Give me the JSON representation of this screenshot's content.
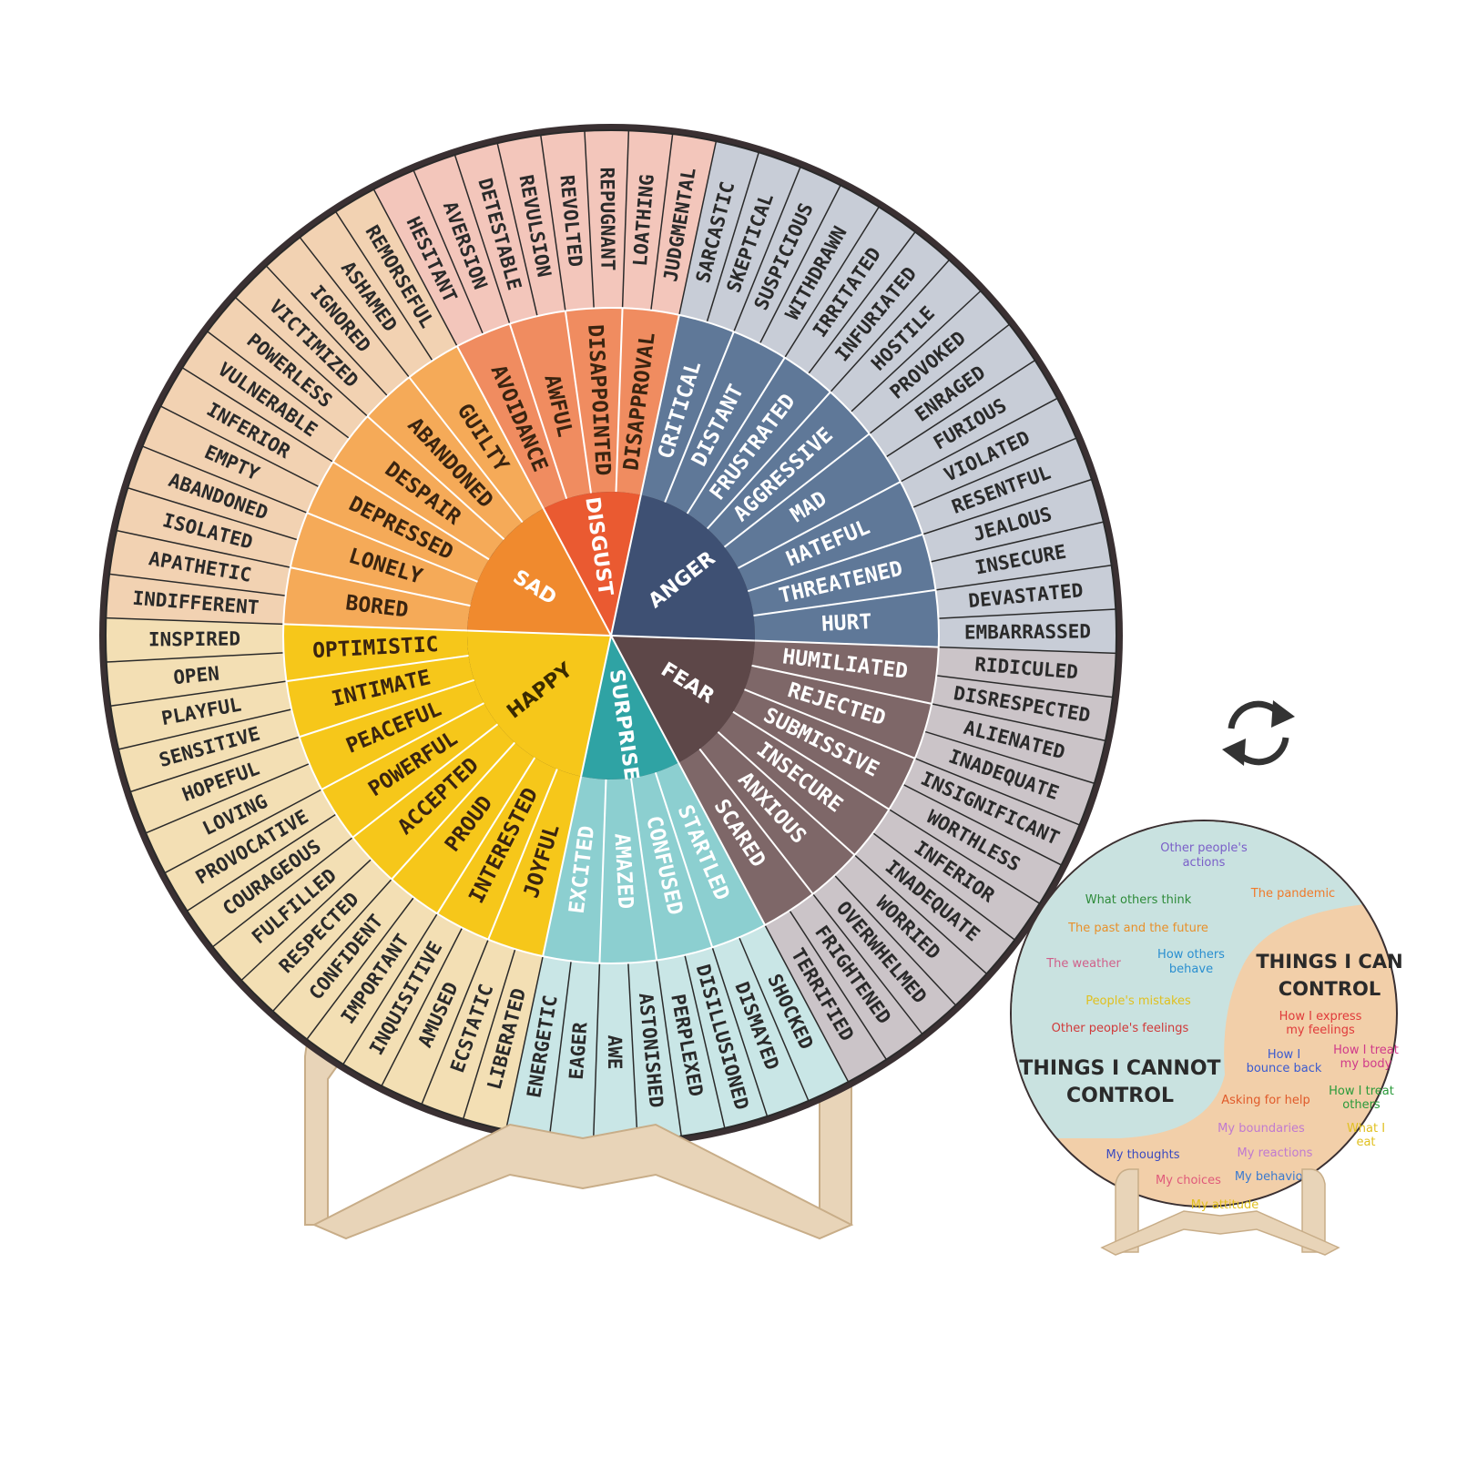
{
  "wheel": {
    "groups": [
      {
        "core": "ANGER",
        "core_color": "#3e5073",
        "mid_color": "#5f7898",
        "outer_color": "#c8cdd7",
        "secondary": [
          {
            "label": "CRITICAL",
            "tertiary": [
              "SARCASTIC",
              "SKEPTICAL"
            ]
          },
          {
            "label": "DISTANT",
            "tertiary": [
              "SUSPICIOUS",
              "WITHDRAWN"
            ]
          },
          {
            "label": "FRUSTRATED",
            "tertiary": [
              "IRRITATED",
              "INFURIATED"
            ]
          },
          {
            "label": "AGGRESSIVE",
            "tertiary": [
              "HOSTILE",
              "PROVOKED"
            ]
          },
          {
            "label": "MAD",
            "tertiary": [
              "ENRAGED",
              "FURIOUS"
            ]
          },
          {
            "label": "HATEFUL",
            "tertiary": [
              "VIOLATED",
              "RESENTFUL"
            ]
          },
          {
            "label": "THREATENED",
            "tertiary": [
              "JEALOUS",
              "INSECURE"
            ]
          },
          {
            "label": "HURT",
            "tertiary": [
              "DEVASTATED",
              "EMBARRASSED"
            ]
          }
        ]
      },
      {
        "core": "FEAR",
        "core_color": "#5d4748",
        "mid_color": "#7e6768",
        "outer_color": "#cbc4c8",
        "secondary": [
          {
            "label": "HUMILIATED",
            "tertiary": [
              "RIDICULED",
              "DISRESPECTED"
            ]
          },
          {
            "label": "REJECTED",
            "tertiary": [
              "ALIENATED",
              "INADEQUATE"
            ]
          },
          {
            "label": "SUBMISSIVE",
            "tertiary": [
              "INSIGNIFICANT",
              "WORTHLESS"
            ]
          },
          {
            "label": "INSECURE",
            "tertiary": [
              "INFERIOR",
              "INADEQUATE"
            ]
          },
          {
            "label": "ANXIOUS",
            "tertiary": [
              "WORRIED",
              "OVERWHELMED"
            ]
          },
          {
            "label": "SCARED",
            "tertiary": [
              "FRIGHTENED",
              "TERRIFIED"
            ]
          }
        ]
      },
      {
        "core": "SURPRISE",
        "core_color": "#2fa3a4",
        "mid_color": "#8ccfd0",
        "outer_color": "#c9e6e6",
        "secondary": [
          {
            "label": "STARTLED",
            "tertiary": [
              "SHOCKED",
              "DISMAYED"
            ]
          },
          {
            "label": "CONFUSED",
            "tertiary": [
              "DISILLUSIONED",
              "PERPLEXED"
            ]
          },
          {
            "label": "AMAZED",
            "tertiary": [
              "ASTONISHED",
              "AWE"
            ]
          },
          {
            "label": "EXCITED",
            "tertiary": [
              "EAGER",
              "ENERGETIC"
            ]
          }
        ]
      },
      {
        "core": "HAPPY",
        "core_color": "#f6c71a",
        "mid_color": "#f6c71a",
        "outer_color": "#f3dfb4",
        "secondary": [
          {
            "label": "JOYFUL",
            "tertiary": [
              "LIBERATED",
              "ECSTATIC"
            ]
          },
          {
            "label": "INTERESTED",
            "tertiary": [
              "AMUSED",
              "INQUISITIVE"
            ]
          },
          {
            "label": "PROUD",
            "tertiary": [
              "IMPORTANT",
              "CONFIDENT"
            ]
          },
          {
            "label": "ACCEPTED",
            "tertiary": [
              "RESPECTED",
              "FULFILLED"
            ]
          },
          {
            "label": "POWERFUL",
            "tertiary": [
              "COURAGEOUS",
              "PROVOCATIVE"
            ]
          },
          {
            "label": "PEACEFUL",
            "tertiary": [
              "LOVING",
              "HOPEFUL"
            ]
          },
          {
            "label": "INTIMATE",
            "tertiary": [
              "SENSITIVE",
              "PLAYFUL"
            ]
          },
          {
            "label": "OPTIMISTIC",
            "tertiary": [
              "OPEN",
              "INSPIRED"
            ]
          }
        ]
      },
      {
        "core": "SAD",
        "core_color": "#f08a2e",
        "mid_color": "#f5aa58",
        "outer_color": "#f2d2b2",
        "secondary": [
          {
            "label": "BORED",
            "tertiary": [
              "INDIFFERENT",
              "APATHETIC"
            ]
          },
          {
            "label": "LONELY",
            "tertiary": [
              "ISOLATED",
              "ABANDONED"
            ]
          },
          {
            "label": "DEPRESSED",
            "tertiary": [
              "EMPTY",
              "INFERIOR"
            ]
          },
          {
            "label": "DESPAIR",
            "tertiary": [
              "VULNERABLE",
              "POWERLESS"
            ]
          },
          {
            "label": "ABANDONED",
            "tertiary": [
              "VICTIMIZED",
              "IGNORED"
            ]
          },
          {
            "label": "GUILTY",
            "tertiary": [
              "ASHAMED",
              "REMORSEFUL"
            ]
          }
        ]
      },
      {
        "core": "DISGUST",
        "core_color": "#ea5a31",
        "mid_color": "#f08c60",
        "outer_color": "#f3c6bb",
        "secondary": [
          {
            "label": "AVOIDANCE",
            "tertiary": [
              "HESITANT",
              "AVERSION"
            ]
          },
          {
            "label": "AWFUL",
            "tertiary": [
              "DETESTABLE",
              "REVULSION"
            ]
          },
          {
            "label": "DISAPPOINTED",
            "tertiary": [
              "REVOLTED",
              "REPUGNANT"
            ]
          },
          {
            "label": "DISAPPROVAL",
            "tertiary": [
              "LOATHING",
              "JUDGMENTAL"
            ]
          }
        ]
      }
    ]
  },
  "rotate_icon": "rotate-arrows-icon",
  "control_disc": {
    "cannot_title": [
      "THINGS I CANNOT",
      "CONTROL"
    ],
    "can_title": [
      "THINGS I CAN",
      "CONTROL"
    ],
    "cannot_items": [
      {
        "lines": [
          "Other people's",
          "actions"
        ],
        "color": "#7a5fc8"
      },
      {
        "lines": [
          "What others think"
        ],
        "color": "#2e8b3a"
      },
      {
        "lines": [
          "The pandemic"
        ],
        "color": "#f07a2a"
      },
      {
        "lines": [
          "The past and the future"
        ],
        "color": "#e8902a"
      },
      {
        "lines": [
          "The weather"
        ],
        "color": "#d0608a"
      },
      {
        "lines": [
          "How others",
          "behave"
        ],
        "color": "#2a8fd0"
      },
      {
        "lines": [
          "People's mistakes"
        ],
        "color": "#e0c020"
      },
      {
        "lines": [
          "Other people's feelings"
        ],
        "color": "#d03a3a"
      }
    ],
    "can_items": [
      {
        "lines": [
          "How I express",
          "my feelings"
        ],
        "color": "#e03a3a"
      },
      {
        "lines": [
          "How I",
          "bounce back"
        ],
        "color": "#3a5ad0"
      },
      {
        "lines": [
          "How I treat",
          "my body"
        ],
        "color": "#d03a8a"
      },
      {
        "lines": [
          "Asking for help"
        ],
        "color": "#e05a2a"
      },
      {
        "lines": [
          "How I treat",
          "others"
        ],
        "color": "#2a9a3a"
      },
      {
        "lines": [
          "My boundaries"
        ],
        "color": "#c07ad0"
      },
      {
        "lines": [
          "What I",
          "eat"
        ],
        "color": "#e0c020"
      },
      {
        "lines": [
          "My thoughts"
        ],
        "color": "#3a4ac0"
      },
      {
        "lines": [
          "My reactions"
        ],
        "color": "#c07ad0"
      },
      {
        "lines": [
          "My choices"
        ],
        "color": "#e05a7a"
      },
      {
        "lines": [
          "My behaviour"
        ],
        "color": "#3a7ad0"
      },
      {
        "lines": [
          "My attitude"
        ],
        "color": "#e0c020"
      }
    ]
  }
}
